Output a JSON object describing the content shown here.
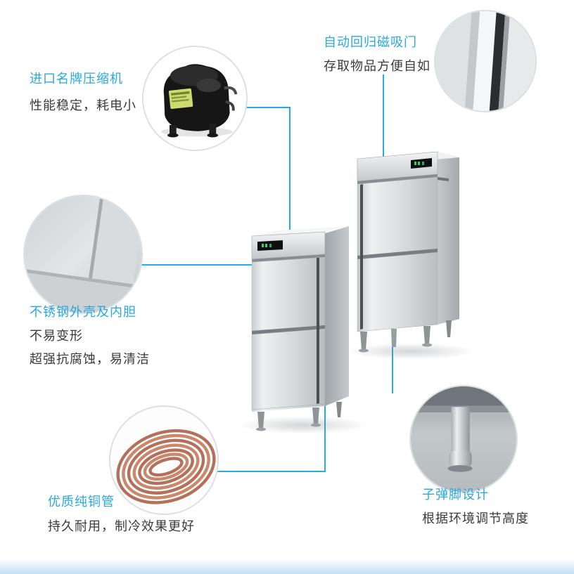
{
  "page": {
    "background": "#ffffff",
    "accent_color": "#29abe2",
    "title_color": "#29a8df",
    "text_color": "#3a3a3a"
  },
  "features": {
    "compressor": {
      "title": "进口名牌压缩机",
      "desc": "性能稳定，耗电小"
    },
    "magnetic_door": {
      "title": "自动回归磁吸门",
      "desc": "存取物品方便自如"
    },
    "stainless_body": {
      "title": "不锈钢外壳及内胆",
      "desc_line1": "不易变形",
      "desc_line2": "超强抗腐蚀，易清洁"
    },
    "copper_tube": {
      "title": "优质纯铜管",
      "desc": "持久耐用，制冷效果更好"
    },
    "bullet_feet": {
      "title": "子弹脚设计",
      "desc": "根据环境调节高度"
    }
  },
  "icons": {
    "compressor_image": "compressor-photo",
    "door_edge_image": "door-edge-photo",
    "steel_panel_image": "steel-panel-photo",
    "copper_coil_image": "copper-coil-photo",
    "foot_image": "bullet-foot-photo"
  }
}
